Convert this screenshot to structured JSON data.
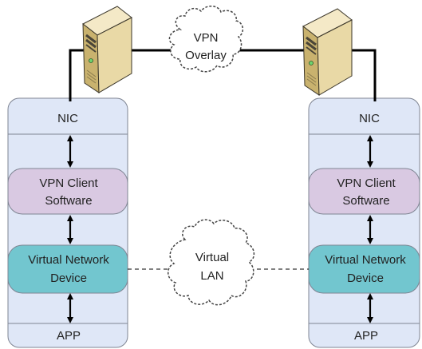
{
  "colors": {
    "stack_fill": "#dfe7f7",
    "stack_stroke": "#7f8593",
    "vpn_client_fill": "#d9c9e2",
    "virtual_device_fill": "#72c6cf",
    "line": "#000000",
    "cloud_stroke": "#444444",
    "server_body": "#e9d9a6",
    "server_side": "#c9b26e",
    "server_dark": "#4a4538"
  },
  "icons": {
    "server": "server-tower-icon",
    "arrow": "double-headed-vertical-arrow"
  },
  "clouds": {
    "vpn_overlay": {
      "line1": "VPN",
      "line2": "Overlay"
    },
    "virtual_lan": {
      "line1": "Virtual",
      "line2": "LAN"
    }
  },
  "left_stack": {
    "nic": "NIC",
    "vpn_client": {
      "line1": "VPN Client",
      "line2": "Software"
    },
    "virtual_device": {
      "line1": "Virtual Network",
      "line2": "Device"
    },
    "app": "APP"
  },
  "right_stack": {
    "nic": "NIC",
    "vpn_client": {
      "line1": "VPN Client",
      "line2": "Software"
    },
    "virtual_device": {
      "line1": "Virtual Network",
      "line2": "Device"
    },
    "app": "APP"
  }
}
